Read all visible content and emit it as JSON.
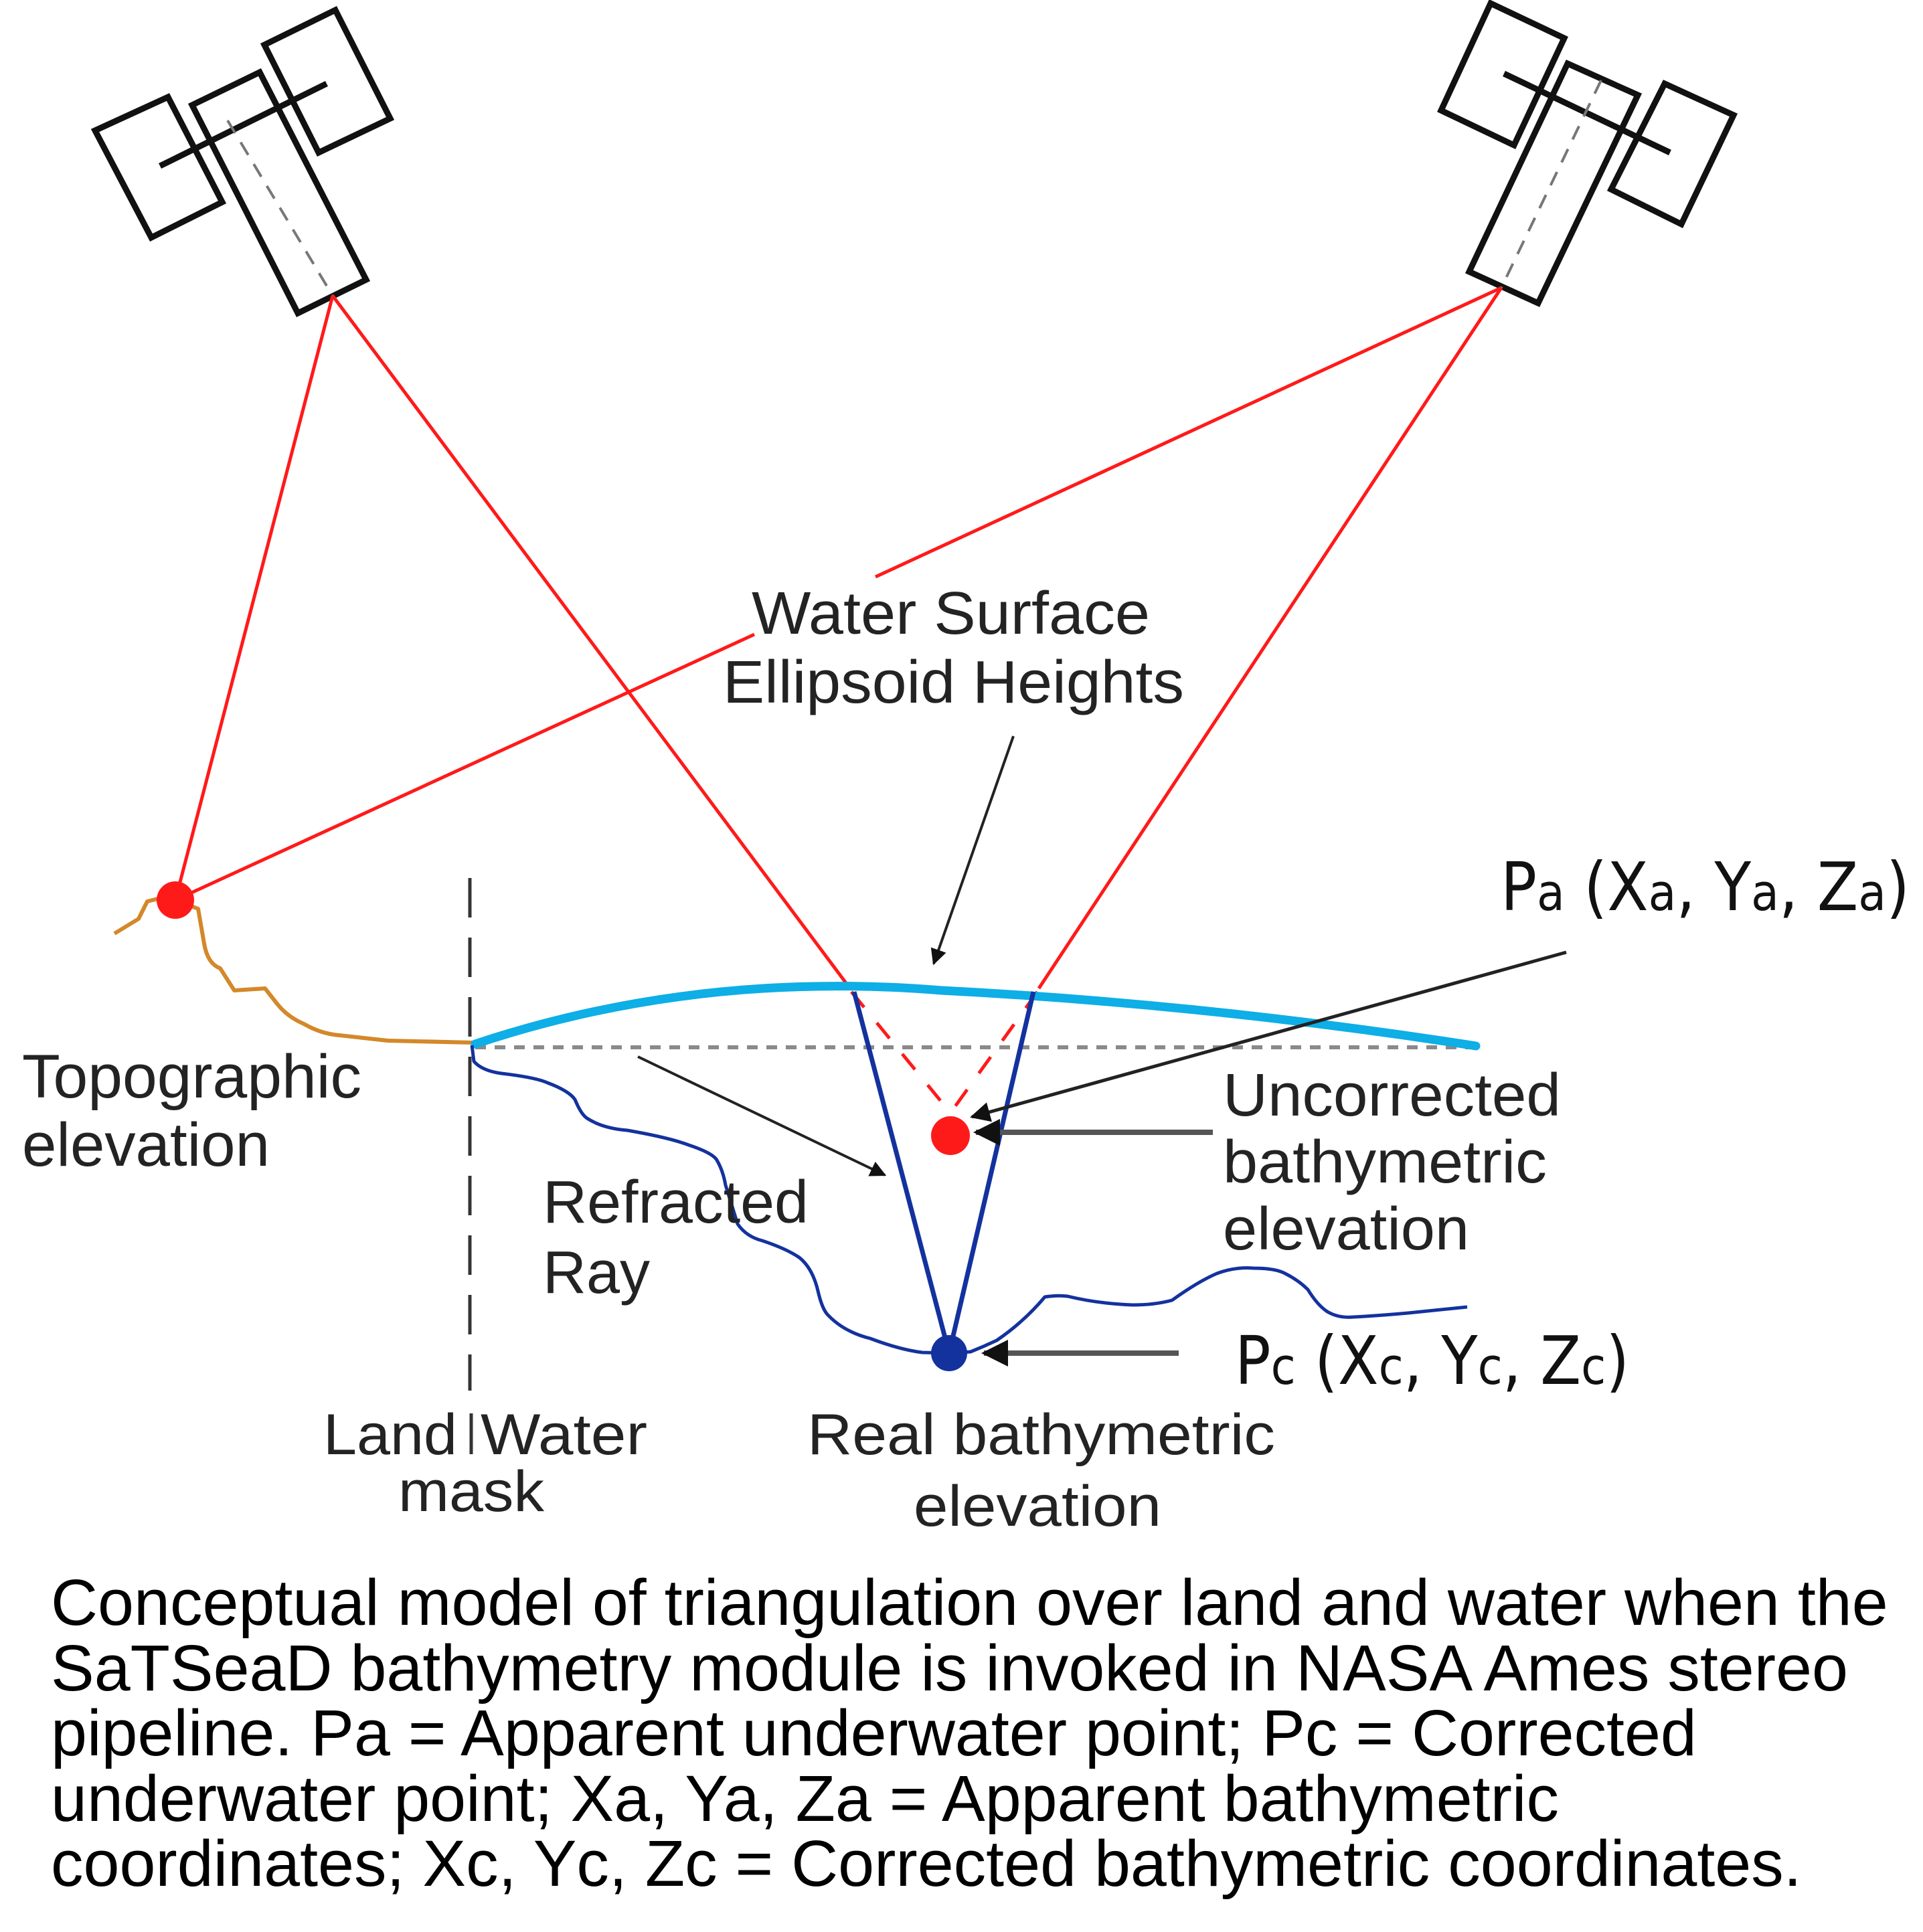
{
  "figure": {
    "labels": {
      "water_surface": [
        "Water Surface",
        "Ellipsoid Heights"
      ],
      "topographic": [
        "Topographic",
        "elevation"
      ],
      "refracted_ray": [
        "Refracted",
        "Ray"
      ],
      "uncorrected": [
        "Uncorrected",
        "bathymetric",
        "elevation"
      ],
      "land_water_mask": [
        "Land",
        "Water",
        "mask"
      ],
      "real_bathymetric": [
        "Real bathymetric",
        "elevation"
      ],
      "pa": {
        "P": "P",
        "sub": "a",
        "open": " (",
        "X": "X",
        "Y": "Y",
        "Z": "Z",
        "sep": ", ",
        "close": ")"
      },
      "pc": {
        "P": "P",
        "sub": "c",
        "open": " (",
        "X": "X",
        "Y": "Y",
        "Z": "Z",
        "sep": ", ",
        "close": ")"
      }
    },
    "elements": {
      "satellites": [
        "left-satellite",
        "right-satellite"
      ],
      "points": [
        "topographic-point",
        "apparent-underwater-point",
        "corrected-underwater-point"
      ]
    },
    "colors": {
      "ray_red": "#ff1a1a",
      "water_surface": "#0eaee6",
      "bathymetry": "#14329e",
      "topography": "#d4882a",
      "corrected_point": "#14329e",
      "apparent_point": "#ff1a1a",
      "mask_line": "#333333"
    }
  },
  "caption": {
    "lines": [
      "Conceptual model of triangulation over land and water when the",
      "SaTSeaD bathymetry module is invoked in NASA Ames stereo",
      "pipeline. Pa = Apparent underwater point; Pc = Corrected",
      "underwater point; Xa, Ya, Za = Apparent bathymetric",
      "coordinates; Xc, Yc, Zc = Corrected bathymetric coordinates."
    ]
  }
}
